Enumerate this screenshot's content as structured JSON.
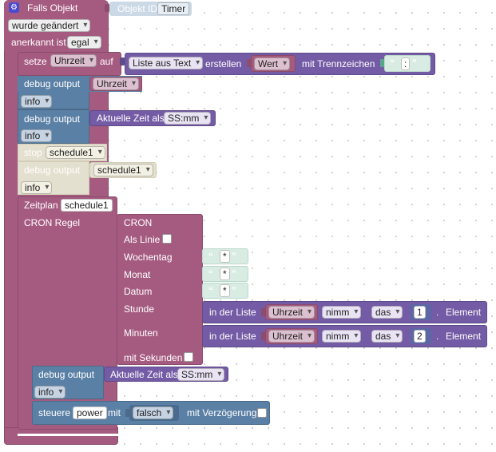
{
  "header": {
    "gear_icon": "gear-icon",
    "falls_label": "Falls Objekt",
    "objekt_id_label": "Objekt ID",
    "objekt_id_value": "Timer",
    "trigger_value": "wurde geändert",
    "anerkannt_label": "anerkannt ist",
    "anerkannt_value": "egal"
  },
  "set_block": {
    "setze_label": "setze",
    "variable": "Uhrzeit",
    "auf_label": "auf",
    "list_from_text": "Liste aus Text",
    "erstellen_label": "erstellen",
    "wert_value": "Wert",
    "separator_label": "mit Trennzeichen",
    "separator_value": ":"
  },
  "debug1": {
    "label": "debug output",
    "value": "Uhrzeit",
    "level": "info"
  },
  "debug2": {
    "label": "debug output",
    "text": "Aktuelle Zeit als",
    "format": "SS:mm",
    "level": "info"
  },
  "stop_block": {
    "label": "stop",
    "value": "schedule1"
  },
  "debug3": {
    "label": "debug output",
    "value": "schedule1",
    "level": "info"
  },
  "schedule": {
    "zeitplan_label": "Zeitplan",
    "zeitplan_value": "schedule1",
    "cron_rule_label": "CRON Regel",
    "cron_label": "CRON",
    "als_linie_label": "Als Linie",
    "wochentag_label": "Wochentag",
    "wochentag_value": "*",
    "monat_label": "Monat",
    "monat_value": "*",
    "datum_label": "Datum",
    "datum_value": "*",
    "stunde_label": "Stunde",
    "minuten_label": "Minuten",
    "mit_sekunden_label": "mit Sekunden",
    "list_in_label": "in der Liste",
    "list_var": "Uhrzeit",
    "take_value": "nimm",
    "das_value": "das",
    "element_label": "Element",
    "stunde_index": "1",
    "minuten_index": "2",
    "dot": "."
  },
  "debug4": {
    "label": "debug output",
    "text": "Aktuelle Zeit als",
    "format": "SS:mm",
    "level": "info"
  },
  "control": {
    "steuere_label": "steuere",
    "device": "power",
    "mit_label": "mit",
    "value": "falsch",
    "delay_label": "mit Verzögerung"
  },
  "quote_open": "“",
  "quote_close": "”",
  "colors": {
    "event": "#a55b80",
    "debug": "#5b80a5",
    "list": "#745ba5",
    "text": "#5ba58c",
    "disabled": "#e4e0cf"
  }
}
